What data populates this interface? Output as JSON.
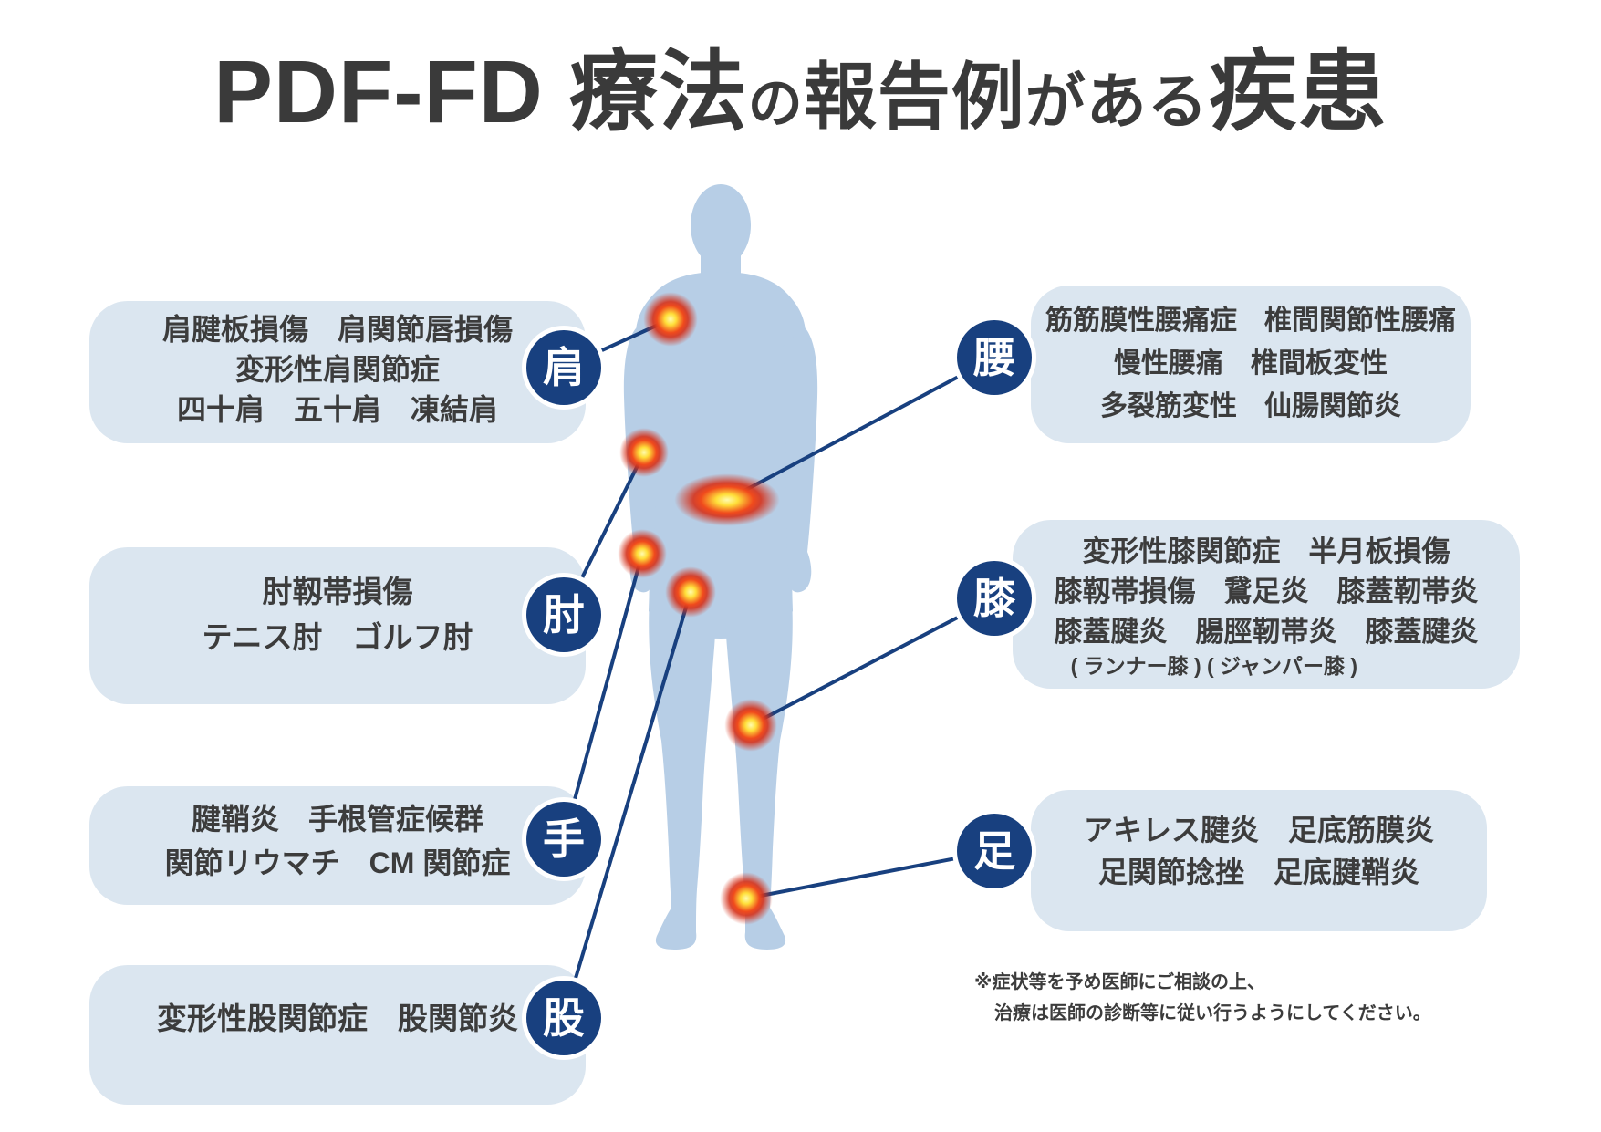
{
  "title": {
    "part1": "PDF-FD 療法",
    "part2": "の",
    "part3": "報告例",
    "part4": "がある",
    "part5": "疾患"
  },
  "labels": {
    "shoulder": "肩",
    "elbow": "肘",
    "hand": "手",
    "hip": "股",
    "waist": "腰",
    "knee": "膝",
    "foot": "足"
  },
  "boxes": {
    "shoulder": {
      "lines": [
        "肩腱板損傷　肩関節唇損傷",
        "変形性肩関節症",
        "四十肩　五十肩　凍結肩"
      ]
    },
    "elbow": {
      "lines": [
        "肘靱帯損傷",
        "テニス肘　ゴルフ肘"
      ]
    },
    "hand": {
      "lines": [
        "腱鞘炎　手根管症候群",
        "関節リウマチ　CM 関節症"
      ]
    },
    "hip": {
      "lines": [
        "変形性股関節症　股関節炎"
      ]
    },
    "waist": {
      "lines": [
        "筋筋膜性腰痛症　椎間関節性腰痛",
        "慢性腰痛　椎間板変性",
        "多裂筋変性　仙腸関節炎"
      ]
    },
    "knee": {
      "lines": [
        "変形性膝関節症　半月板損傷",
        "膝靱帯損傷　鵞足炎　膝蓋靭帯炎",
        "膝蓋腱炎　腸脛靭帯炎　膝蓋腱炎",
        "( ランナー膝 ) ( ジャンパー膝 )"
      ]
    },
    "foot": {
      "lines": [
        "アキレス腱炎　足底筋膜炎",
        "足関節捻挫　足底腱鞘炎"
      ]
    }
  },
  "disclaimer": {
    "line1": "※症状等を予め医師にご相談の上、",
    "line2": "治療は医師の診断等に従い行うようにしてください。"
  },
  "colors": {
    "navy": "#18407f",
    "box_bg": "#dbe6f0",
    "body": "#b7cee6",
    "text": "#3c3c3c",
    "title": "#3a3a3a",
    "red": "#d5321b",
    "yellow": "#ffdf3a"
  }
}
